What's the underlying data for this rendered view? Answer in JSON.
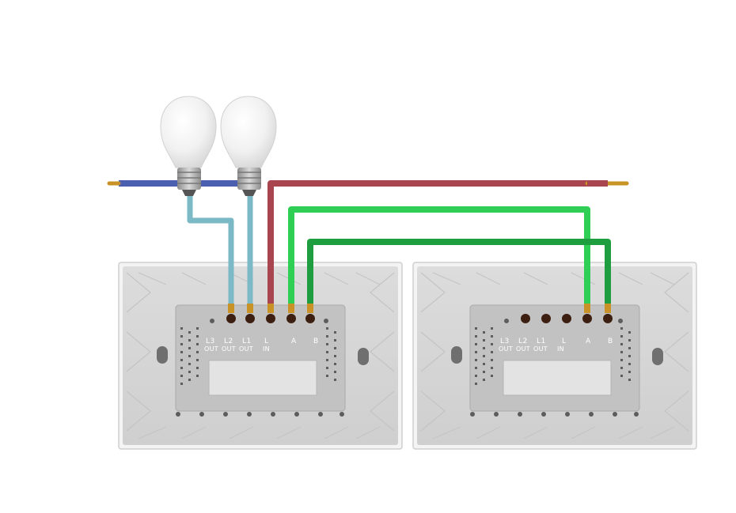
{
  "colors": {
    "background": "#ffffff",
    "panel": "#d7d7d7",
    "panel_border": "#c8c8c8",
    "module": "#bdbdbd",
    "neutral_wire_blue": "#4a5fb0",
    "live_wire_red": "#a8454f",
    "light_blue_wire": "#7bb9c6",
    "green_wire": "#2fcf55",
    "dark_green_wire": "#1e9e3f",
    "copper": "#c99226",
    "bulb_glass": "#f2f2f2",
    "bulb_base": "#b8b8b8"
  },
  "bulbs": [
    {
      "name": "bulb-left",
      "icon": "light-bulb-icon"
    },
    {
      "name": "bulb-right",
      "icon": "light-bulb-icon"
    }
  ],
  "switch_left": {
    "terminals_top": [
      "L3",
      "L2",
      "L1",
      "L",
      "A",
      "B"
    ],
    "terminals_bottom": [
      "OUT",
      "OUT",
      "OUT",
      "IN"
    ]
  },
  "switch_right": {
    "terminals_top": [
      "L3",
      "L2",
      "L1",
      "L",
      "A",
      "B"
    ],
    "terminals_bottom": [
      "OUT",
      "OUT",
      "OUT",
      "IN"
    ]
  }
}
